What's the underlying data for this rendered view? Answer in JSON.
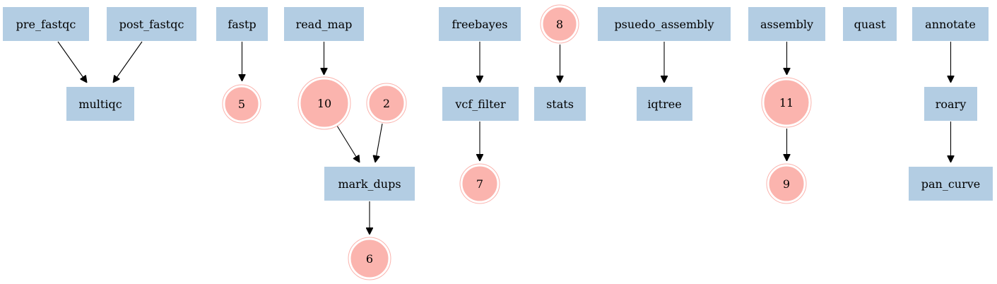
{
  "colors": {
    "task_fill": "#b3cde3",
    "channel_fill": "#fbb4ae",
    "edge": "#000000"
  },
  "nodes": {
    "pre_fastqc": "pre_fastqc",
    "post_fastqc": "post_fastqc",
    "fastp": "fastp",
    "read_map": "read_map",
    "freebayes": "freebayes",
    "c8": "8",
    "psuedo_assembly": "psuedo_assembly",
    "assembly": "assembly",
    "quast": "quast",
    "annotate": "annotate",
    "multiqc": "multiqc",
    "c5": "5",
    "c10": "10",
    "c2": "2",
    "vcf_filter": "vcf_filter",
    "stats": "stats",
    "iqtree": "iqtree",
    "c11": "11",
    "roary": "roary",
    "mark_dups": "mark_dups",
    "c7": "7",
    "c9": "9",
    "pan_curve": "pan_curve",
    "c6": "6"
  },
  "edges": [
    [
      "pre_fastqc",
      "multiqc"
    ],
    [
      "post_fastqc",
      "multiqc"
    ],
    [
      "fastp",
      "c5"
    ],
    [
      "read_map",
      "c10"
    ],
    [
      "c10",
      "mark_dups"
    ],
    [
      "c2",
      "mark_dups"
    ],
    [
      "mark_dups",
      "c6"
    ],
    [
      "freebayes",
      "vcf_filter"
    ],
    [
      "vcf_filter",
      "c7"
    ],
    [
      "c8",
      "stats"
    ],
    [
      "psuedo_assembly",
      "iqtree"
    ],
    [
      "assembly",
      "c11"
    ],
    [
      "c11",
      "c9"
    ],
    [
      "annotate",
      "roary"
    ],
    [
      "roary",
      "pan_curve"
    ]
  ]
}
